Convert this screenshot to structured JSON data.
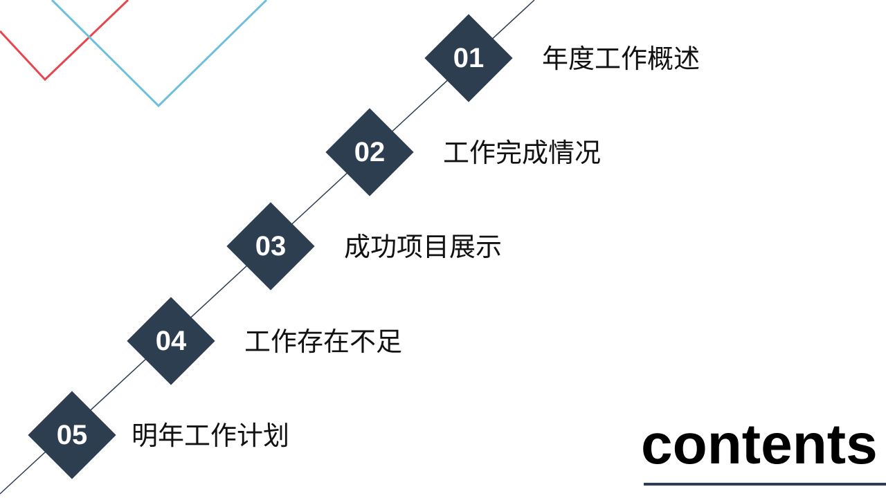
{
  "title": "contents",
  "items": [
    {
      "number": "01",
      "label": "年度工作概述"
    },
    {
      "number": "02",
      "label": "工作完成情况"
    },
    {
      "number": "03",
      "label": "成功项目展示"
    },
    {
      "number": "04",
      "label": "工作存在不足"
    },
    {
      "number": "05",
      "label": "明年工作计划"
    }
  ],
  "colors": {
    "accent_dark": "#2d3e50",
    "accent_red": "#e8464e",
    "accent_blue": "#6fbfdc"
  }
}
